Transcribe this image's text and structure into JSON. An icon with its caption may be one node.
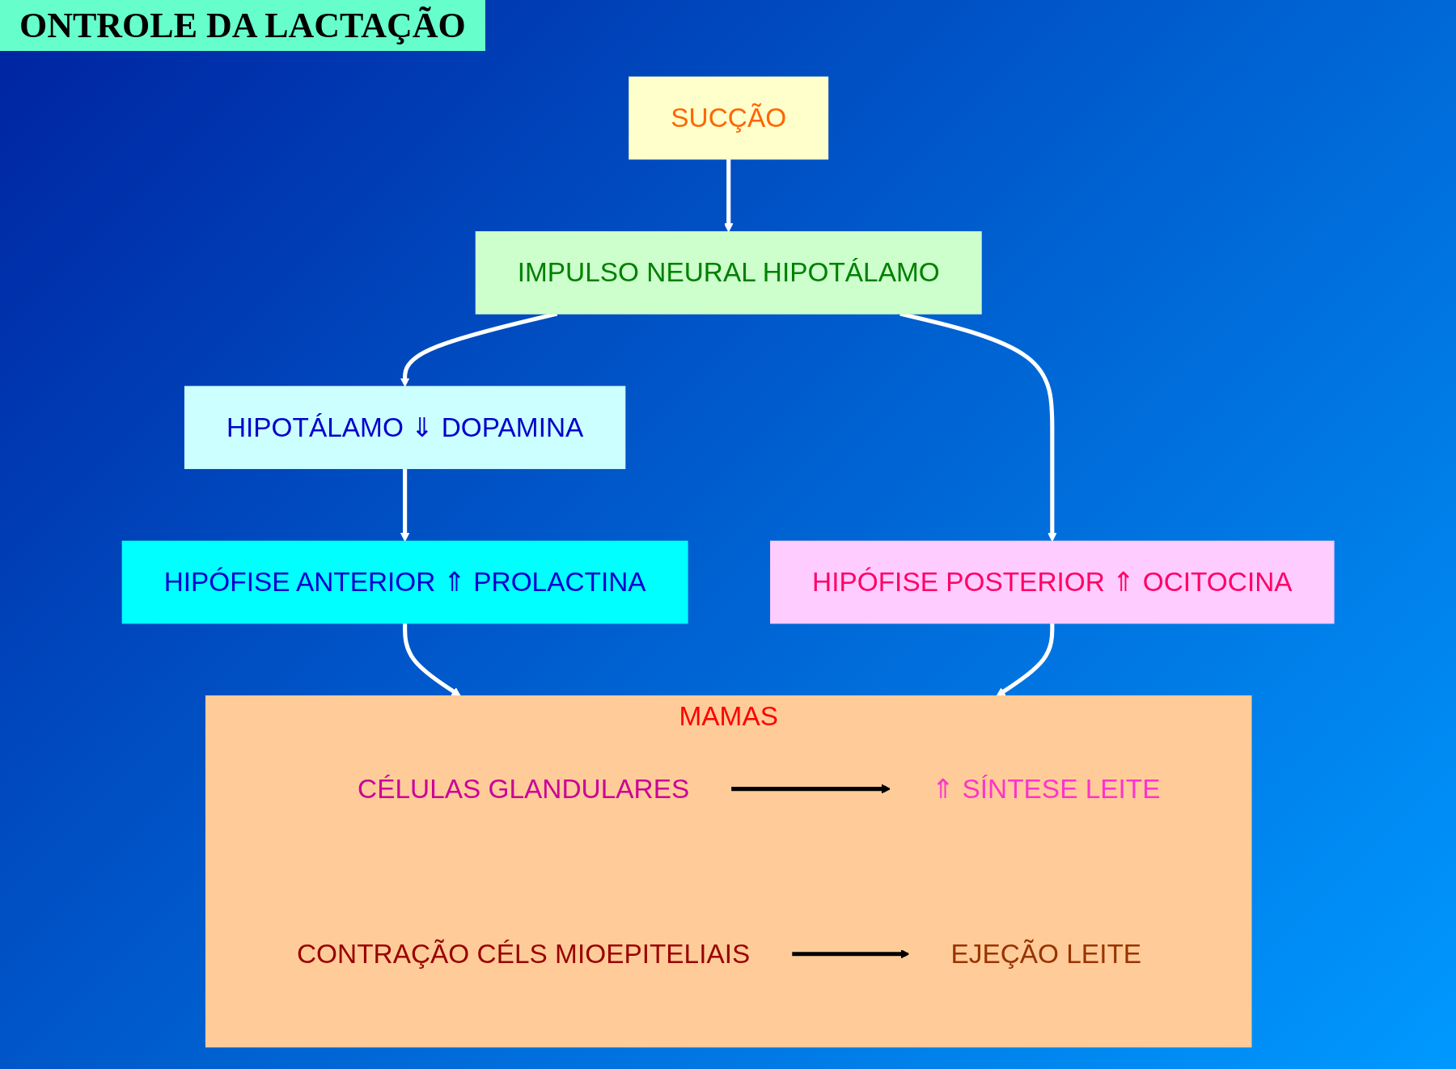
{
  "diagram": {
    "title": "ONTROLE DA LACTAÇÃO",
    "nodes": [
      {
        "text": [
          "SUCÇÃO"
        ]
      },
      {
        "text": [
          "IMPULSO NEURAL HIPOTÁLAMO"
        ]
      },
      {
        "text": [
          "HIPOTÁLAMO ⇓ DOPAMINA"
        ]
      },
      {
        "text": [
          "HIPÓFISE ANTERIOR ⇑ PROLACTINA"
        ]
      },
      {
        "text": [
          "HIPÓFISE POSTERIOR ⇑ OCITOCINA"
        ]
      },
      {
        "text": [
          "MAMAS"
        ]
      },
      {
        "text": [
          "CÉLULAS  GLANDULARES"
        ],
        "in": 5
      },
      {
        "text": [
          "⇑ SÍNTESE LEITE"
        ],
        "in": 5
      },
      {
        "text": [
          "CONTRAÇÃO CÉLS  MIOEPITELIAIS"
        ],
        "in": 5
      },
      {
        "text": [
          "EJEÇÃO LEITE"
        ],
        "in": 5
      }
    ],
    "edges": [
      {
        "from": 0,
        "to": 1,
        "arrow": "to"
      },
      {
        "from": 1,
        "to": 2,
        "arrow": "to"
      },
      {
        "from": 1,
        "to": 4,
        "arrow": "to"
      },
      {
        "from": 2,
        "to": 3,
        "arrow": "to"
      },
      {
        "from": 3,
        "to": 5,
        "arrow": "to"
      },
      {
        "from": 4,
        "to": 5,
        "arrow": "to"
      },
      {
        "from": 6,
        "to": 7,
        "arrow": "to",
        "color": "#000000"
      },
      {
        "from": 8,
        "to": 9,
        "arrow": "to",
        "color": "#000000"
      }
    ]
  }
}
